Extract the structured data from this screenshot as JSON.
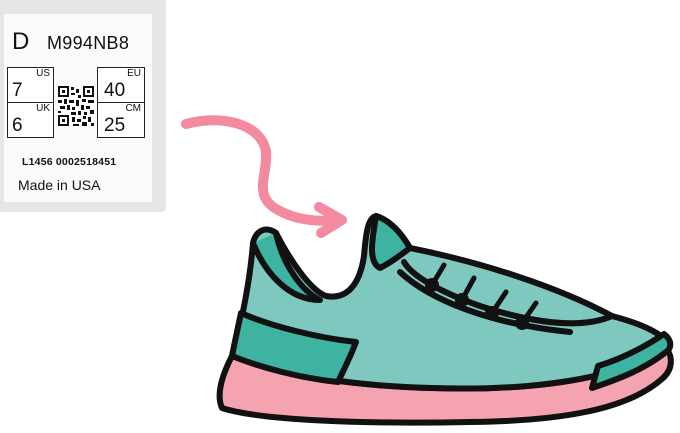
{
  "label": {
    "width_code": "D",
    "model_code": "M994NB8",
    "sizes": {
      "us": {
        "region": "US",
        "value": "7"
      },
      "uk": {
        "region": "UK",
        "value": "6"
      },
      "eu": {
        "region": "EU",
        "value": "40"
      },
      "cm": {
        "region": "CM",
        "value": "25"
      }
    },
    "barcode_text": "L1456 0002518451",
    "origin": "Made in USA"
  },
  "icons": {
    "qr": "qr-code-icon",
    "arrow": "curved-arrow-icon",
    "shoe": "sneaker-illustration"
  },
  "colors": {
    "shoe_upper": "#7ec8c0",
    "shoe_accent": "#3fb3a2",
    "sole": "#f5a3b0",
    "arrow": "#f48aa0",
    "label_frame": "#e6e6e6"
  }
}
